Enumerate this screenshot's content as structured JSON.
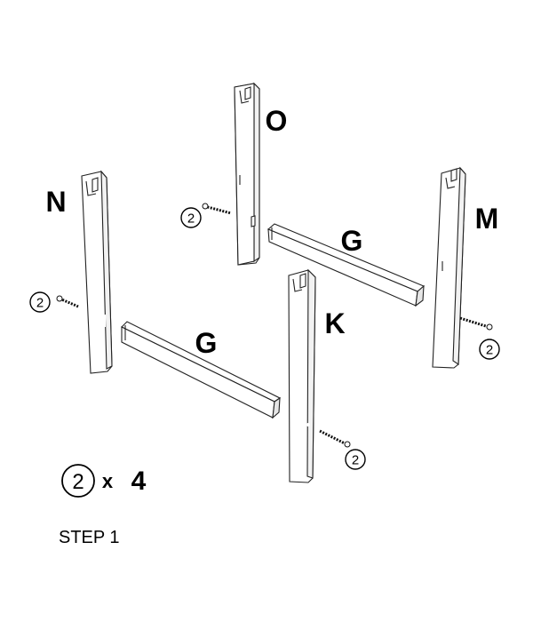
{
  "parts": {
    "leg_o": "O",
    "leg_n": "N",
    "leg_m": "M",
    "leg_k": "K",
    "rail_back": "G",
    "rail_front": "G"
  },
  "callouts": {
    "screw_o": "2",
    "screw_n": "2",
    "screw_m": "2",
    "screw_k": "2"
  },
  "legend": {
    "symbol": "2",
    "multiplier": "x",
    "count": "4"
  },
  "step_label": "STEP 1"
}
